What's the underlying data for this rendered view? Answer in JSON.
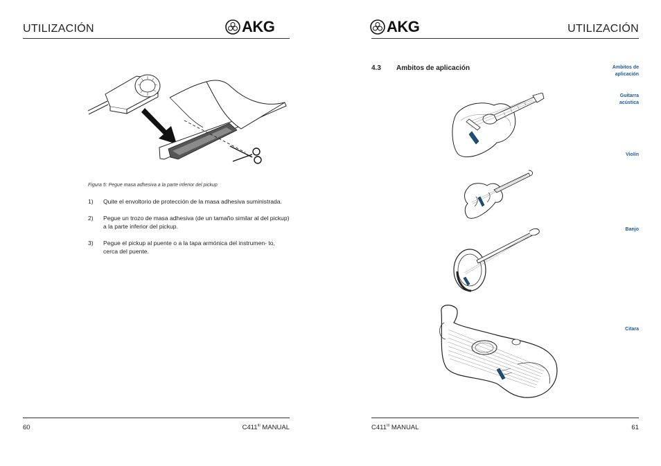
{
  "left_page": {
    "header": {
      "title": "UTILIZACIÓN",
      "logo_text": "AKG"
    },
    "figure": {
      "caption": "Figura 5:  Pegue masa adhesiva a la parte inferior del pickup"
    },
    "steps": [
      {
        "num": "1)",
        "text": "Quite el envoltorio de protección de la masa adhesiva suministrada."
      },
      {
        "num": "2)",
        "text": "Pegue un trozo de masa adhesiva (de un tamaño similar al del pickup) a la parte inferior del pickup."
      },
      {
        "num": "3)",
        "text": "Pegue el pickup al puente o a la tapa armónica del instrumen- to, cerca del puente."
      }
    ],
    "footer": {
      "page_number": "60",
      "manual_model": "C411",
      "manual_superscript": "III",
      "manual_word": "MANUAL"
    }
  },
  "right_page": {
    "header": {
      "title": "UTILIZACIÓN",
      "logo_text": "AKG"
    },
    "section": {
      "number": "4.3",
      "title": "Ambitos de aplicación"
    },
    "sidebar": [
      {
        "line1": "Ambitos de",
        "line2": "aplicación"
      },
      {
        "line1": "Guitarra",
        "line2": "acústica"
      },
      {
        "line1": "Violín",
        "line2": ""
      },
      {
        "line1": "Banjo",
        "line2": ""
      },
      {
        "line1": "Citara",
        "line2": ""
      }
    ],
    "footer": {
      "page_number": "61",
      "manual_model": "C411",
      "manual_superscript": "III",
      "manual_word": "MANUAL"
    }
  },
  "colors": {
    "accent_blue": "#1e5a9a",
    "text": "#222222",
    "pickup_blue": "#1c4f7a"
  },
  "icons": [
    "akg-seal-icon",
    "pickup-adhesive-illustration",
    "scissors-icon",
    "guitar-illustration",
    "violin-illustration",
    "banjo-illustration",
    "zither-illustration"
  ]
}
